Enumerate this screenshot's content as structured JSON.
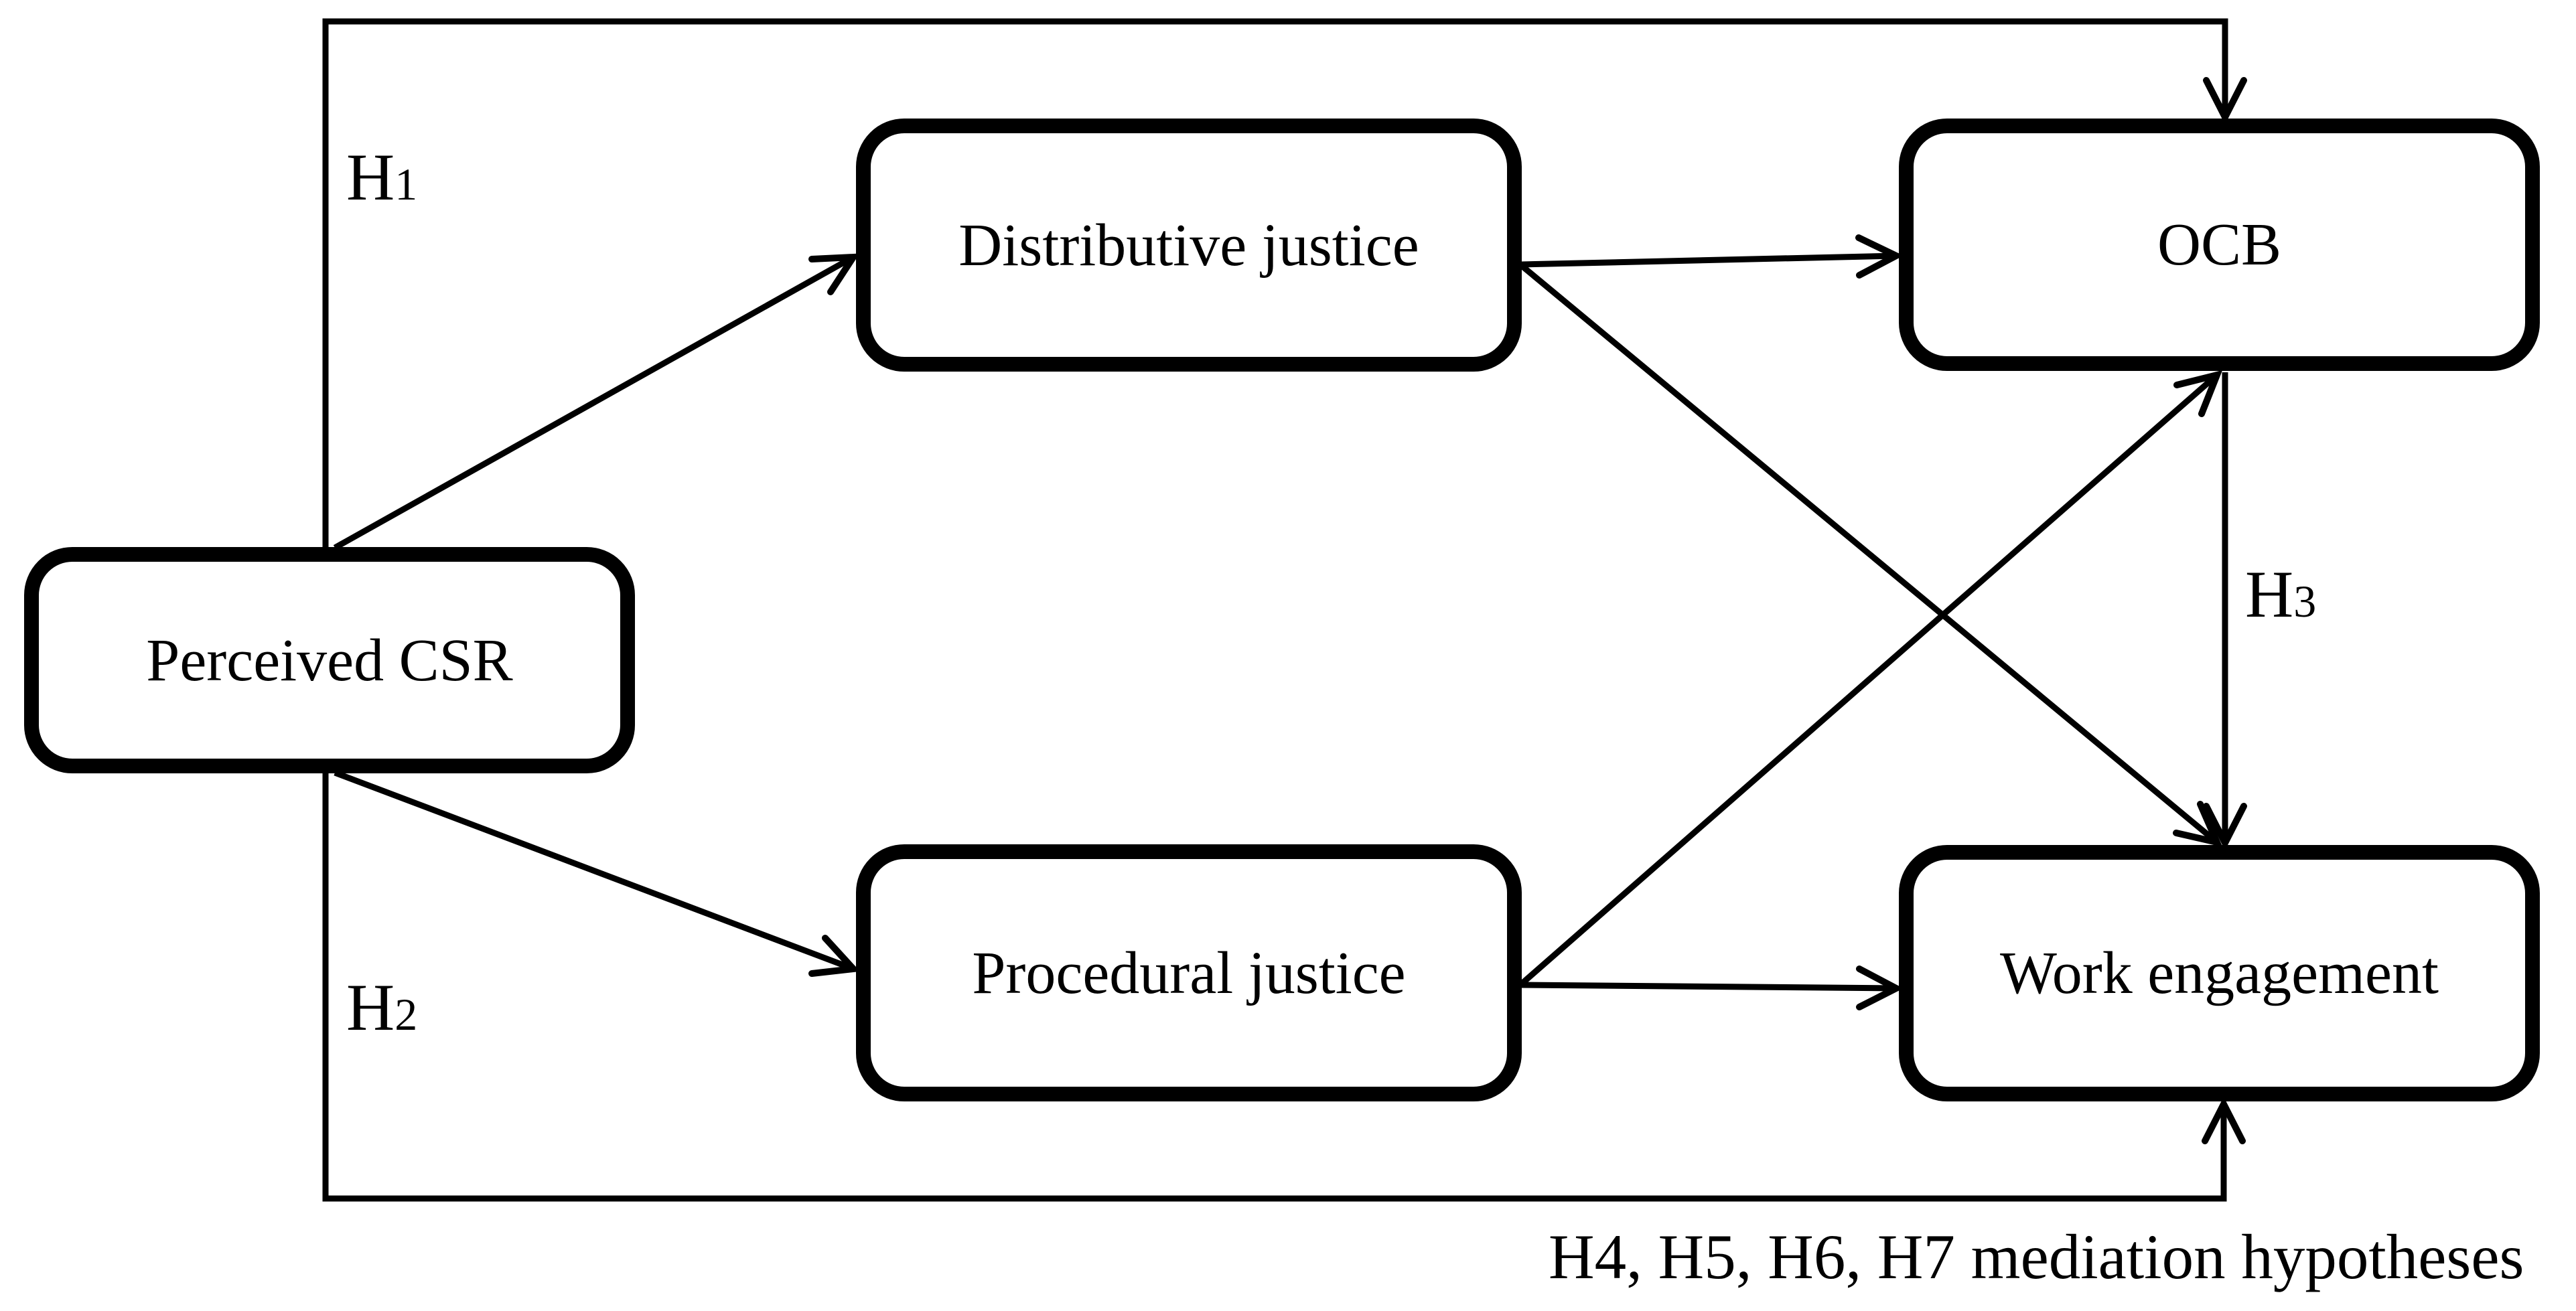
{
  "figure": {
    "type": "path-diagram",
    "background_color": "#ffffff",
    "line_color": "#000000",
    "text_color": "#000000"
  },
  "nodes": [
    {
      "id": "perceived-csr",
      "label": "Perceived CSR"
    },
    {
      "id": "distributive-justice",
      "label": "Distributive justice"
    },
    {
      "id": "ocb",
      "label": "OCB"
    },
    {
      "id": "procedural-justice",
      "label": "Procedural justice"
    },
    {
      "id": "work-engagement",
      "label": "Work engagement"
    }
  ],
  "hypothesis_labels": {
    "h1": {
      "base": "H",
      "sub": "1"
    },
    "h2": {
      "base": "H",
      "sub": "2"
    },
    "h3": {
      "base": "H",
      "sub": "3"
    }
  },
  "caption": "H4, H5, H6, H7 mediation hypotheses",
  "edges": [
    {
      "from": "Perceived CSR",
      "to": "OCB",
      "hypothesis": "H1",
      "style": "top-loop"
    },
    {
      "from": "Perceived CSR",
      "to": "Work engagement",
      "hypothesis": "H2",
      "style": "bottom-loop"
    },
    {
      "from": "Perceived CSR",
      "to": "Distributive justice",
      "hypothesis": "",
      "style": "direct"
    },
    {
      "from": "Perceived CSR",
      "to": "Procedural justice",
      "hypothesis": "",
      "style": "direct"
    },
    {
      "from": "Distributive justice",
      "to": "OCB",
      "hypothesis": "",
      "style": "direct"
    },
    {
      "from": "Distributive justice",
      "to": "Work engagement",
      "hypothesis": "",
      "style": "direct"
    },
    {
      "from": "Procedural justice",
      "to": "Work engagement",
      "hypothesis": "",
      "style": "direct"
    },
    {
      "from": "Procedural justice",
      "to": "OCB",
      "hypothesis": "",
      "style": "direct"
    },
    {
      "from": "OCB",
      "to": "Work engagement",
      "hypothesis": "H3",
      "style": "direct"
    }
  ]
}
